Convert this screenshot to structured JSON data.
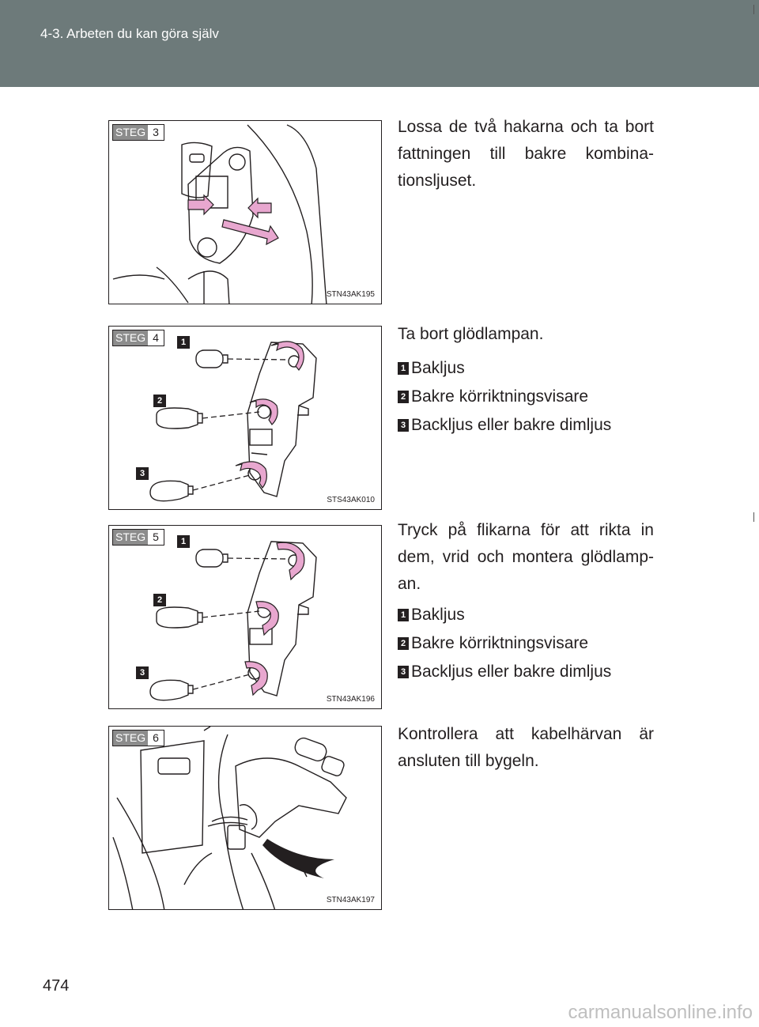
{
  "header": {
    "title": "4-3. Arbeten du kan göra själv"
  },
  "page_number": "474",
  "watermark": "carmanualsonline.info",
  "steps": [
    {
      "step_word": "STEG",
      "step_number": "3",
      "figure_code": "STN43AK195",
      "text": "Lossa de två hakarna och ta bort fattningen till bakre kombina-tionsljuset."
    },
    {
      "step_word": "STEG",
      "step_number": "4",
      "figure_code": "STS43AK010",
      "text": "Ta bort glödlampan.",
      "items": [
        {
          "num": "1",
          "label": "Bakljus"
        },
        {
          "num": "2",
          "label": "Bakre körriktningsvisare"
        },
        {
          "num": "3",
          "label": "Backljus eller bakre dimljus"
        }
      ],
      "figure_badges": [
        "1",
        "2",
        "3"
      ]
    },
    {
      "step_word": "STEG",
      "step_number": "5",
      "figure_code": "STN43AK196",
      "text": "Tryck på flikarna för att rikta in dem, vrid och montera glödlamp-an.",
      "items": [
        {
          "num": "1",
          "label": "Bakljus"
        },
        {
          "num": "2",
          "label": "Bakre körriktningsvisare"
        },
        {
          "num": "3",
          "label": "Backljus eller bakre dimljus"
        }
      ],
      "figure_badges": [
        "1",
        "2",
        "3"
      ]
    },
    {
      "step_word": "STEG",
      "step_number": "6",
      "figure_code": "STN43AK197",
      "text": "Kontrollera att kabelhärvan är ansluten till bygeln."
    }
  ]
}
